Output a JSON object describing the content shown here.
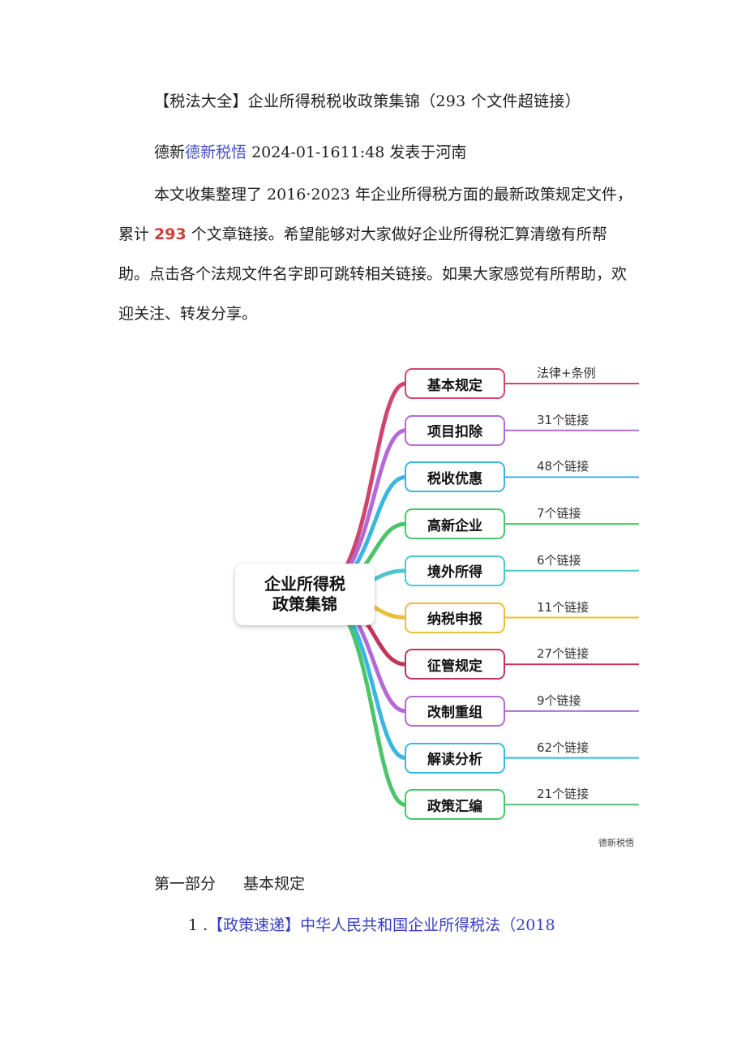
{
  "article": {
    "title": "【税法大全】企业所得税税收政策集锦（293 个文件超链接）",
    "meta_prefix": "德新",
    "meta_account": "德新税悟",
    "meta_suffix": " 2024-01-1611:48 发表于河南",
    "intro_part1": "本文收集整理了 2016·2023 年企业所得税方面的最新政策规定文件，累计 ",
    "intro_count": "293",
    "intro_part2": " 个文章链接。希望能够对大家做好企业所得税汇算清缴有所帮助。点击各个法规文件名字即可跳转相关链接。如果大家感觉有所帮助，欢迎关注、转发分享。"
  },
  "mindmap": {
    "center": "企业所得税\n政策集锦",
    "branches": [
      {
        "label": "基本规定",
        "count": "法律+条例",
        "color": "#d0456b"
      },
      {
        "label": "项目扣除",
        "count": "31个链接",
        "color": "#b46ad6"
      },
      {
        "label": "税收优惠",
        "count": "48个链接",
        "color": "#3ab7e0"
      },
      {
        "label": "高新企业",
        "count": "7个链接",
        "color": "#4cc56a"
      },
      {
        "label": "境外所得",
        "count": "6个链接",
        "color": "#4dc7cf"
      },
      {
        "label": "纳税申报",
        "count": "11个链接",
        "color": "#e8c03a"
      },
      {
        "label": "征管规定",
        "count": "27个链接",
        "color": "#c2355a"
      },
      {
        "label": "改制重组",
        "count": "9个链接",
        "color": "#b46ad6"
      },
      {
        "label": "解读分析",
        "count": "62个链接",
        "color": "#3ab7e0"
      },
      {
        "label": "政策汇编",
        "count": "21个链接",
        "color": "#4cc56a"
      }
    ],
    "watermark": "德新税悟"
  },
  "section": {
    "number": "第一部分",
    "name": "基本规定"
  },
  "first_item": {
    "index": "1 .",
    "link_text": "【政策速递】中华人民共和国企业所得税法（2018"
  }
}
